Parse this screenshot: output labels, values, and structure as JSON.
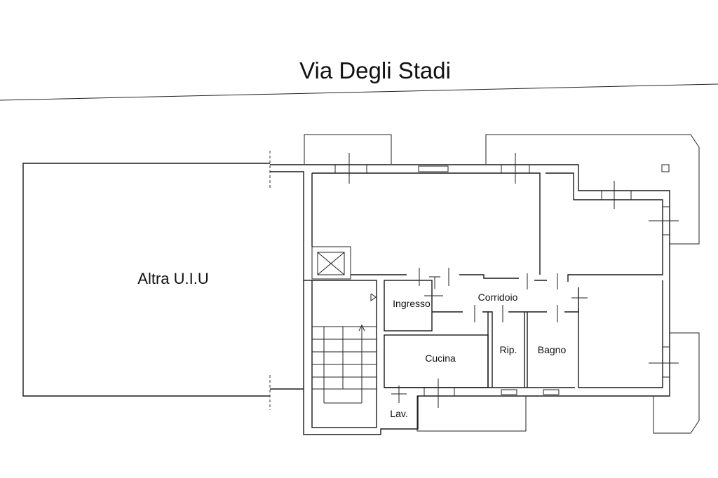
{
  "plan": {
    "street_name": "Via Degli Stadi",
    "neighbor_unit": "Altra U.I.U",
    "rooms": {
      "ingresso": "Ingresso",
      "corridoio": "Corridoio",
      "cucina": "Cucina",
      "ripostiglio": "Rip.",
      "bagno": "Bagno",
      "lavanderia": "Lav."
    }
  }
}
